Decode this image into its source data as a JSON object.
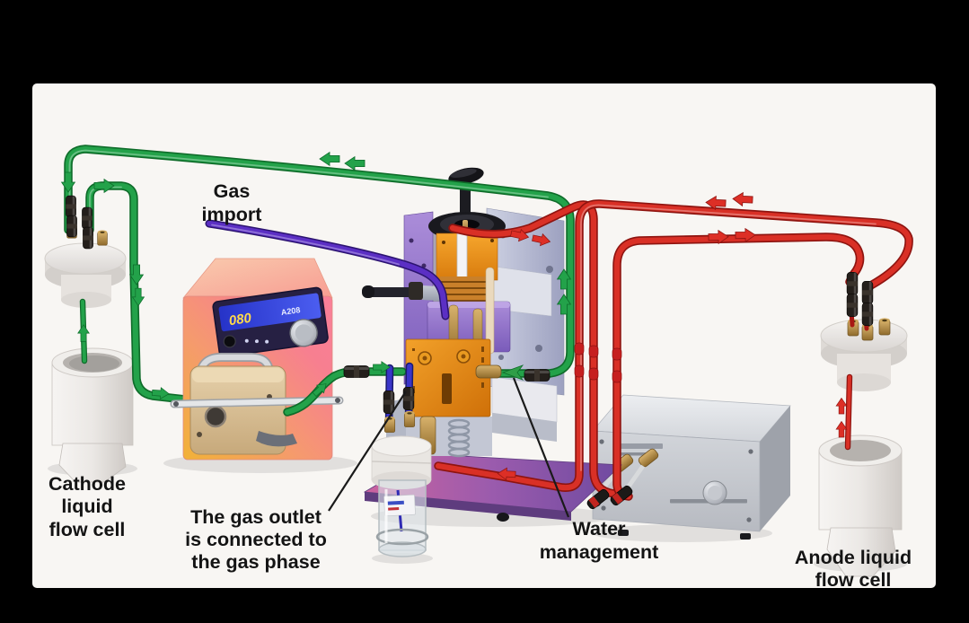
{
  "scene": {
    "frame_color": "#000000",
    "canvas_color": "#f8f6f3"
  },
  "labels": {
    "gas_import": {
      "lines": [
        "Gas",
        "import"
      ]
    },
    "gas_outlet": {
      "lines": [
        "The gas outlet",
        "is connected to",
        "the gas phase"
      ]
    },
    "water_management": {
      "lines": [
        "Water",
        "management"
      ]
    },
    "cathode_cell": {
      "lines": [
        "Cathode",
        "liquid",
        "flow cell"
      ]
    },
    "anode_cell": {
      "lines": [
        "Anode liquid",
        "flow cell"
      ]
    }
  },
  "pump": {
    "display_value": "080",
    "panel_text": "A208"
  },
  "colors": {
    "catholyte_green": "#23a24a",
    "anolyte_red": "#d93026",
    "gas_import_purple": "#5b2fc4",
    "gas_outlet_blue": "#3a35c8"
  }
}
